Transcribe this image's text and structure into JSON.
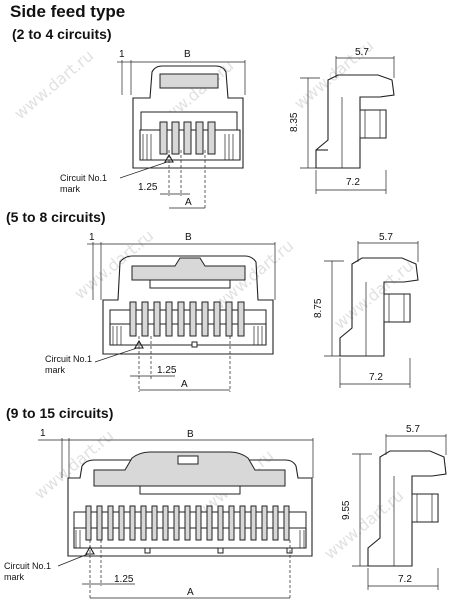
{
  "titles": {
    "main": "Side feed type",
    "section1": "(2 to 4 circuits)",
    "section2": "(5 to 8 circuits)",
    "section3": "(9 to 15 circuits)"
  },
  "labels": {
    "one": "1",
    "B": "B",
    "A": "A",
    "pitch": "1.25",
    "width": "5.7",
    "depth": "7.2",
    "circuit_mark_line1": "Circuit No.1",
    "circuit_mark_line2": "mark"
  },
  "sections": [
    {
      "height": "8.35"
    },
    {
      "height": "8.75"
    },
    {
      "height": "9.55"
    }
  ],
  "watermark": "www.dart.ru"
}
